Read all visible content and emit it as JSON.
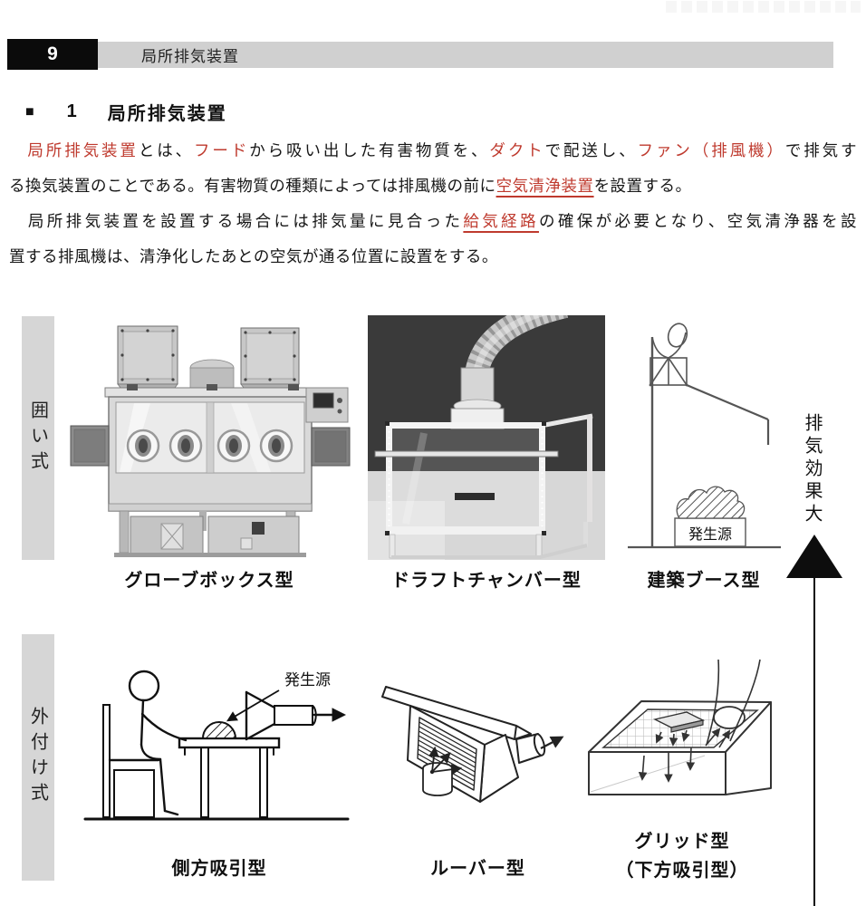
{
  "colors": {
    "accent_red": "#bf3a2e",
    "header_bar_gray": "#d0d0d0",
    "row_label_gray": "#d6d6d6"
  },
  "header": {
    "chapter_number": "9",
    "chapter_title": "局所排気装置"
  },
  "section": {
    "marker": "■",
    "number": "1",
    "title": "局所排気装置"
  },
  "body": {
    "lines": [
      {
        "fill": true,
        "segs": [
          {
            "t": "　"
          },
          {
            "t": "局所排気装置",
            "s": "red"
          },
          {
            "t": "とは、"
          },
          {
            "t": "フード",
            "s": "red"
          },
          {
            "t": "から吸い出した有害物質を、"
          },
          {
            "t": "ダクト",
            "s": "red"
          },
          {
            "t": "で配送し、"
          },
          {
            "t": "ファン（排風機）",
            "s": "red"
          },
          {
            "t": "で排気す"
          }
        ]
      },
      {
        "fill": false,
        "segs": [
          {
            "t": "る換気装置のことである。有害物質の種類によっては排風機の前に"
          },
          {
            "t": "空気清浄装置",
            "s": "red-u"
          },
          {
            "t": "を設置する。"
          }
        ]
      },
      {
        "fill": true,
        "segs": [
          {
            "t": "　局所排気装置を設置する場合には排気量に見合った"
          },
          {
            "t": "給気経路",
            "s": "red-u"
          },
          {
            "t": "の確保が必要となり、空気清浄器を設"
          }
        ]
      },
      {
        "fill": false,
        "segs": [
          {
            "t": "置する排風機は、清浄化したあとの空気が通る位置に設置をする。"
          }
        ]
      }
    ]
  },
  "figures": {
    "row1": {
      "label": "囲い式",
      "caption1": "グローブボックス型",
      "caption2": "ドラフトチャンバー型",
      "caption3": "建築ブース型",
      "booth_source": "発生源"
    },
    "row2": {
      "label": "外付け式",
      "caption1": "側方吸引型",
      "caption2": "ルーバー型",
      "caption3a": "グリッド型",
      "caption3b": "（下方吸引型）",
      "side_source": "発生源"
    },
    "axis": {
      "label": "排気効果大"
    }
  }
}
